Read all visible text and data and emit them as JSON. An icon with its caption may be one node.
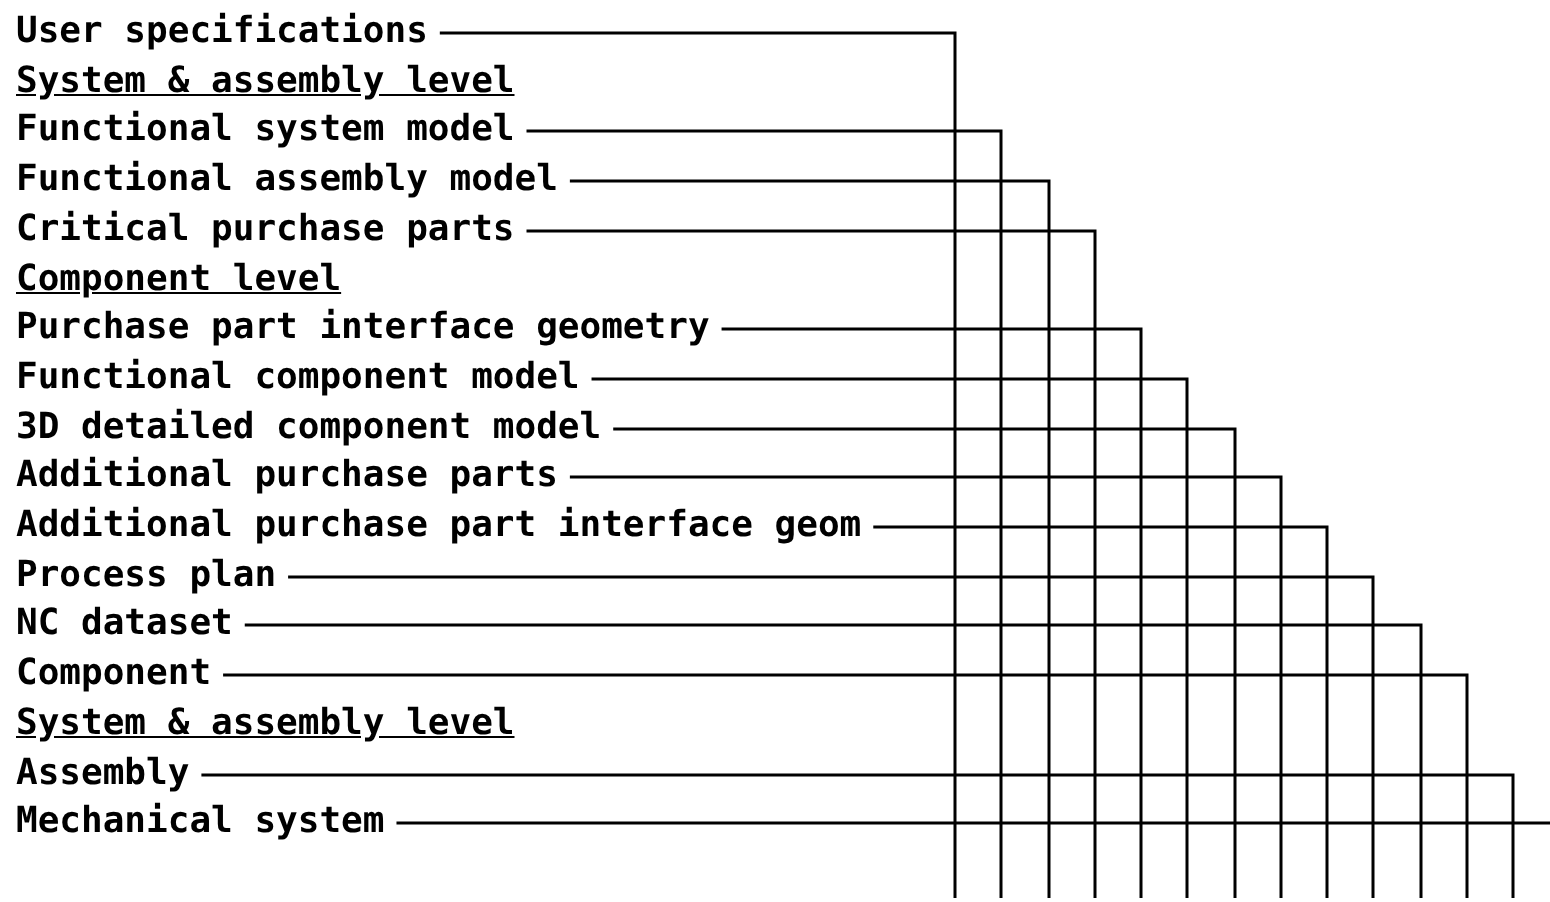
{
  "diagram": {
    "nodes": [
      {
        "text": [
          "User specifications"
        ]
      },
      {
        "text": [
          "Functional system model"
        ]
      },
      {
        "text": [
          "Functional assembly model"
        ]
      },
      {
        "text": [
          "Critical purchase parts"
        ]
      },
      {
        "text": [
          "Purchase part interface geometry"
        ]
      },
      {
        "text": [
          "Functional component model"
        ]
      },
      {
        "text": [
          "3D detailed component model"
        ]
      },
      {
        "text": [
          "Additional purchase parts"
        ]
      },
      {
        "text": [
          "Additional purchase part interface geom"
        ]
      },
      {
        "text": [
          "Process plan"
        ]
      },
      {
        "text": [
          "NC dataset"
        ]
      },
      {
        "text": [
          "Component"
        ]
      },
      {
        "text": [
          "Assembly"
        ]
      },
      {
        "text": [
          "Mechanical system"
        ]
      }
    ],
    "edges": [
      {
        "from": 0,
        "to": null,
        "arrow": "none"
      },
      {
        "from": 1,
        "to": null,
        "arrow": "none"
      },
      {
        "from": 2,
        "to": null,
        "arrow": "none"
      },
      {
        "from": 3,
        "to": null,
        "arrow": "none"
      },
      {
        "from": 4,
        "to": null,
        "arrow": "none"
      },
      {
        "from": 5,
        "to": null,
        "arrow": "none"
      },
      {
        "from": 6,
        "to": null,
        "arrow": "none"
      },
      {
        "from": 7,
        "to": null,
        "arrow": "none"
      },
      {
        "from": 8,
        "to": null,
        "arrow": "none"
      },
      {
        "from": 9,
        "to": null,
        "arrow": "none"
      },
      {
        "from": 10,
        "to": null,
        "arrow": "none"
      },
      {
        "from": 11,
        "to": null,
        "arrow": "none"
      },
      {
        "from": 12,
        "to": null,
        "arrow": "none"
      },
      {
        "from": 13,
        "to": null,
        "arrow": "none"
      }
    ],
    "labels": [
      "System & assembly level",
      "Component level",
      "System & assembly level"
    ]
  }
}
